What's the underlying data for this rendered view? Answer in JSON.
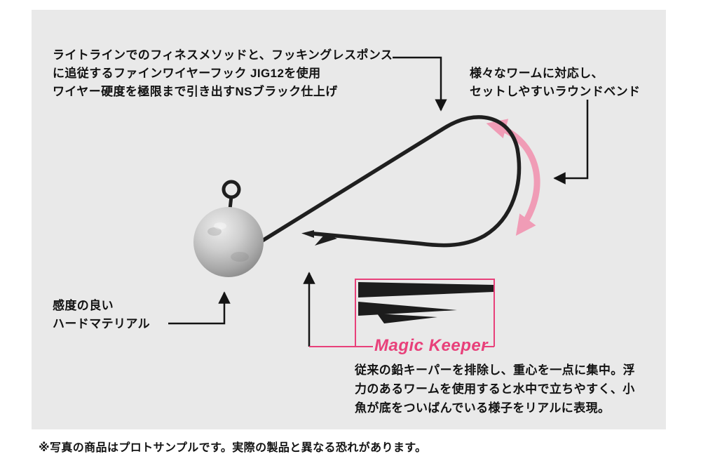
{
  "panel": {
    "bg_color": "#e9e9e9"
  },
  "annotations": {
    "hook_feature": {
      "lines": [
        "ライトラインでのフィネスメソッドと、フッキングレスポンス",
        "に追従するファインワイヤーフック JIG12を使用",
        "ワイヤー硬度を極限まで引き出すNSブラック仕上げ"
      ]
    },
    "bend_feature": {
      "lines": [
        "様々なワームに対応し、",
        "セットしやすいラウンドベンド"
      ]
    },
    "head_feature": {
      "lines": [
        "感度の良い",
        "ハードマテリアル"
      ]
    },
    "keeper": {
      "label": "Magic Keeper",
      "description_lines": [
        "従来の鉛キーパーを排除し、重心を一点に集中。浮",
        "力のあるワームを使用すると水中で立ちやすく、小",
        "魚が底をついばんでいる様子をリアルに表現。"
      ]
    }
  },
  "footnote": "※写真の商品はプロトサンプルです。実際の製品と異なる恐れがあります。",
  "colors": {
    "panel_bg": "#e9e9e9",
    "ink": "#121212",
    "accent_pink": "#e8407a",
    "arrow_pink": "#f09cb6",
    "hook_black": "#1f1f1f"
  },
  "illustration": {
    "parts": [
      "jig-ball-head",
      "hook-eye",
      "fine-wire-hook",
      "hook-barb",
      "round-bend-double-arrow",
      "magic-keeper-detail-box"
    ]
  }
}
